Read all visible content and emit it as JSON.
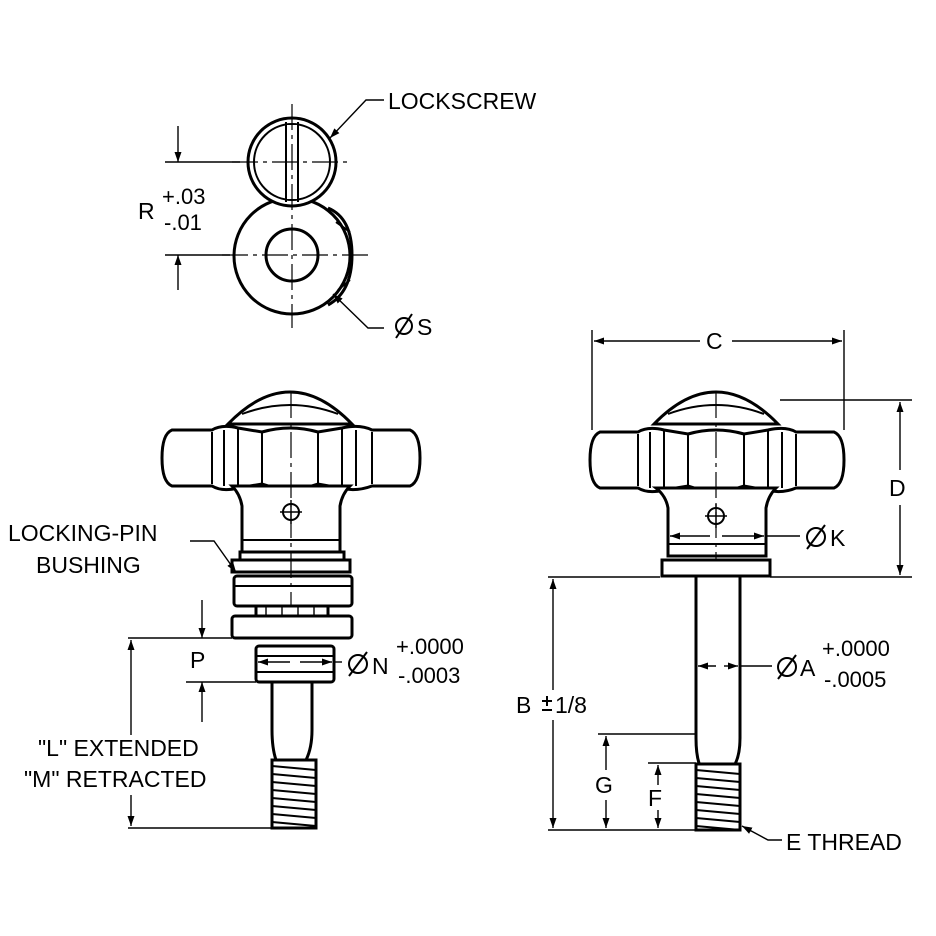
{
  "labels": {
    "lockscrew": "LOCKSCREW",
    "dia_s": "S",
    "r": "R",
    "r_plus": "+.03",
    "r_minus": "-.01",
    "locking_pin_1": "LOCKING-PIN",
    "locking_pin_2": "BUSHING",
    "p": "P",
    "dia_n": "N",
    "n_plus": "+.0000",
    "n_minus": "-.0003",
    "l_extended": "\"L\" EXTENDED",
    "m_retracted": "\"M\" RETRACTED",
    "c": "C",
    "d": "D",
    "dia_k": "K",
    "dia_a": "A",
    "a_plus": "+.0000",
    "a_minus": "-.0005",
    "b": "B",
    "b_tol": "1/8",
    "g": "G",
    "f": "F",
    "e_thread": "E THREAD"
  },
  "symbols": {
    "diameter": "diameter-symbol",
    "plus_minus": "plus-minus-symbol"
  }
}
